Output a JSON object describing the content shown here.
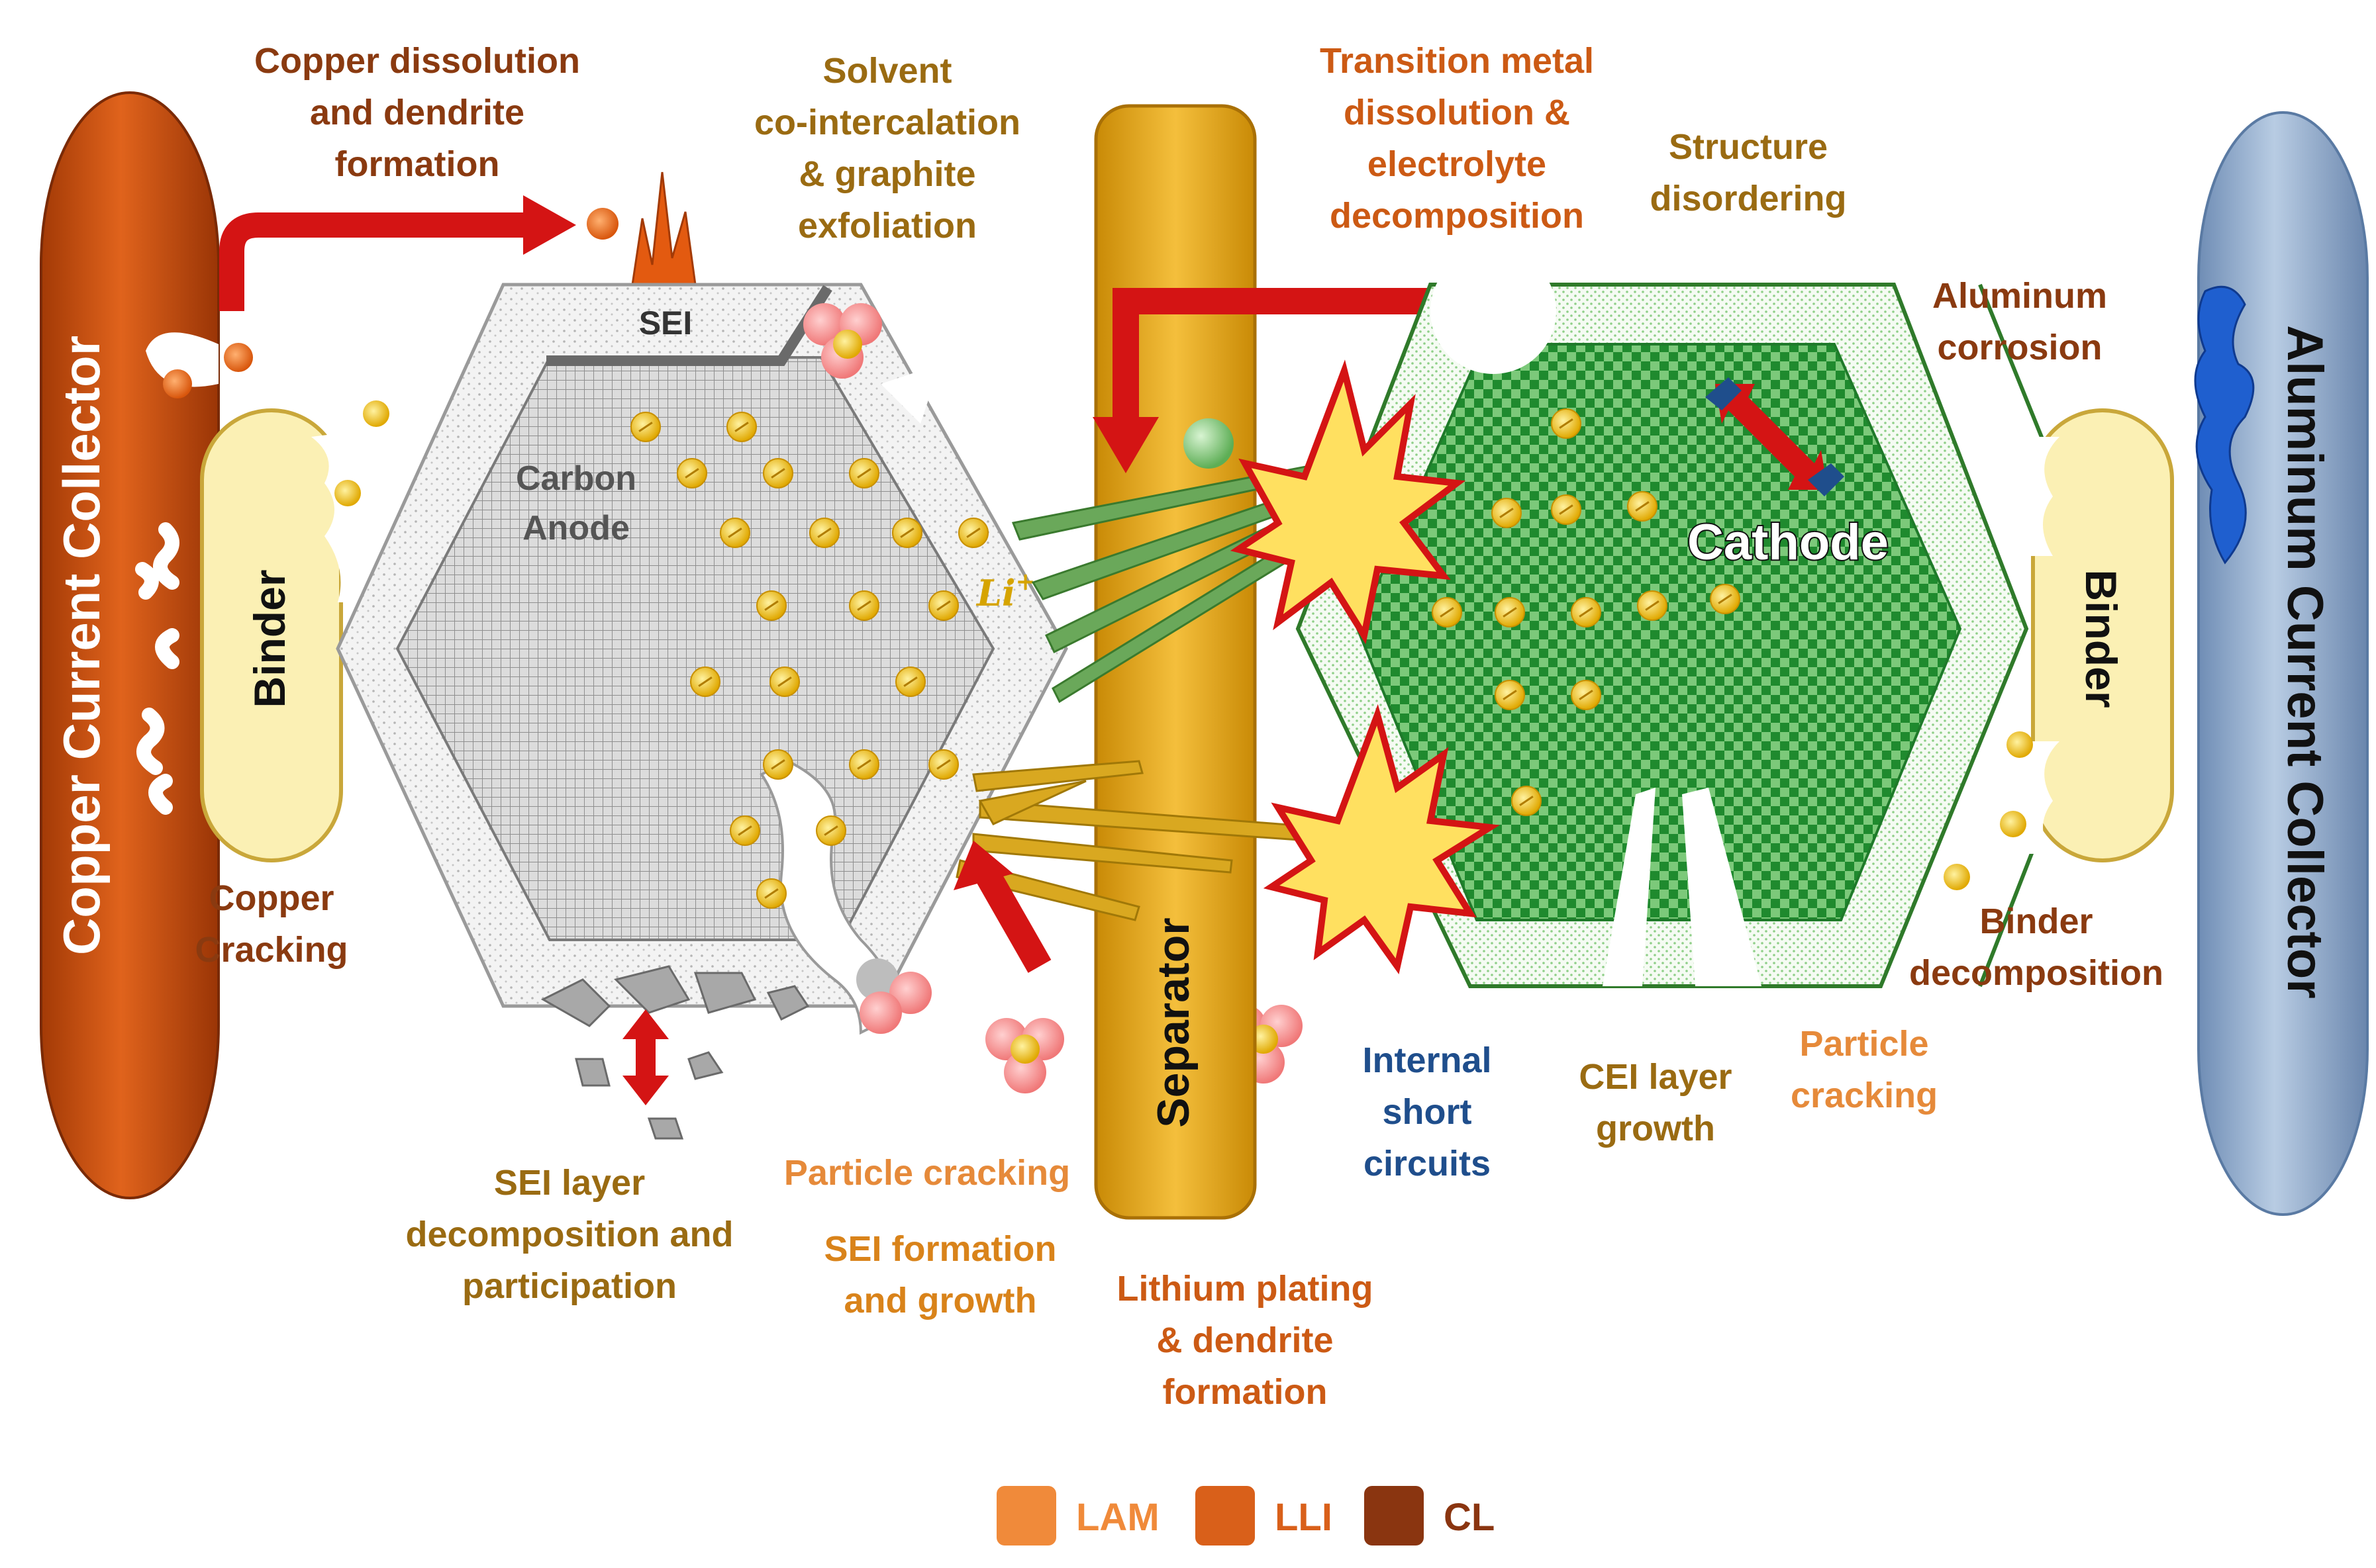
{
  "colors": {
    "copper_collector": "#c44a0c",
    "aluminum_collector": "#8fa7c6",
    "separator": "#e3a21a",
    "binder": "#fbf0b4",
    "anode_grid": "#9a9a9a",
    "cathode_green": "#2f9a3a",
    "lithium_ion": "#e8b400",
    "arrow_red": "#d41414",
    "legend_lam": "#f08a3a",
    "legend_lli": "#d9601a",
    "legend_cl": "#8a3510"
  },
  "components": {
    "copper_collector": "Copper Current Collector",
    "aluminum_collector": "Aluminum Current Collector",
    "separator": "Separator",
    "binder_left": "Binder",
    "binder_right": "Binder",
    "anode_line1": "Carbon",
    "anode_line2": "Anode",
    "cathode": "Cathode",
    "sei": "SEI",
    "li_ion": "Li",
    "li_sup": "+"
  },
  "labels": {
    "copper_dissolution": [
      "Copper dissolution",
      "and dendrite",
      "formation"
    ],
    "solvent": [
      "Solvent",
      "co-intercalation",
      "& graphite",
      "exfoliation"
    ],
    "tm_dissolution": [
      "Transition metal",
      "dissolution &",
      "electrolyte",
      "decomposition"
    ],
    "structure": [
      "Structure",
      "disordering"
    ],
    "al_corrosion": [
      "Aluminum",
      "corrosion"
    ],
    "copper_cracking": [
      "Copper",
      "Cracking"
    ],
    "binder_decomp": [
      "Binder",
      "decomposition"
    ],
    "sei_decomp": [
      "SEI layer",
      "decomposition and",
      "participation"
    ],
    "particle_cracking_anode": [
      "Particle cracking"
    ],
    "sei_formation": [
      "SEI formation",
      "and growth"
    ],
    "li_plating": [
      "Lithium plating",
      "& dendrite",
      "formation"
    ],
    "internal_short": [
      "Internal",
      "short",
      "circuits"
    ],
    "cei_growth": [
      "CEI layer",
      "growth"
    ],
    "particle_cracking_cathode": [
      "Particle",
      "cracking"
    ]
  },
  "legend": [
    {
      "label": "LAM",
      "color": "#f08a3a"
    },
    {
      "label": "LLI",
      "color": "#d9601a"
    },
    {
      "label": "CL",
      "color": "#8a3510"
    }
  ]
}
